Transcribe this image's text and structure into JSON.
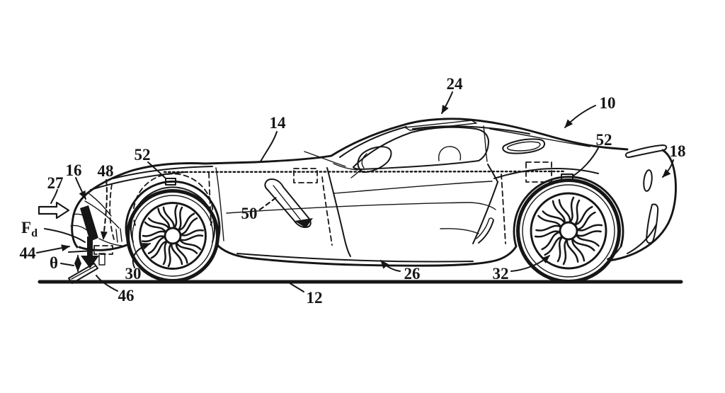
{
  "figure": {
    "colors": {
      "ink": "#161616",
      "paper": "#ffffff"
    },
    "reference_labels": {
      "r10": "10",
      "r12": "12",
      "r14": "14",
      "r16": "16",
      "r18": "18",
      "r24": "24",
      "r26": "26",
      "r27": "27",
      "r30": "30",
      "r32": "32",
      "r44": "44",
      "r46": "46",
      "r48": "48",
      "r50": "50",
      "r52_front": "52",
      "r52_rear": "52",
      "force_symbol": "F",
      "force_subscript": "d",
      "angle_symbol": "θ"
    }
  }
}
